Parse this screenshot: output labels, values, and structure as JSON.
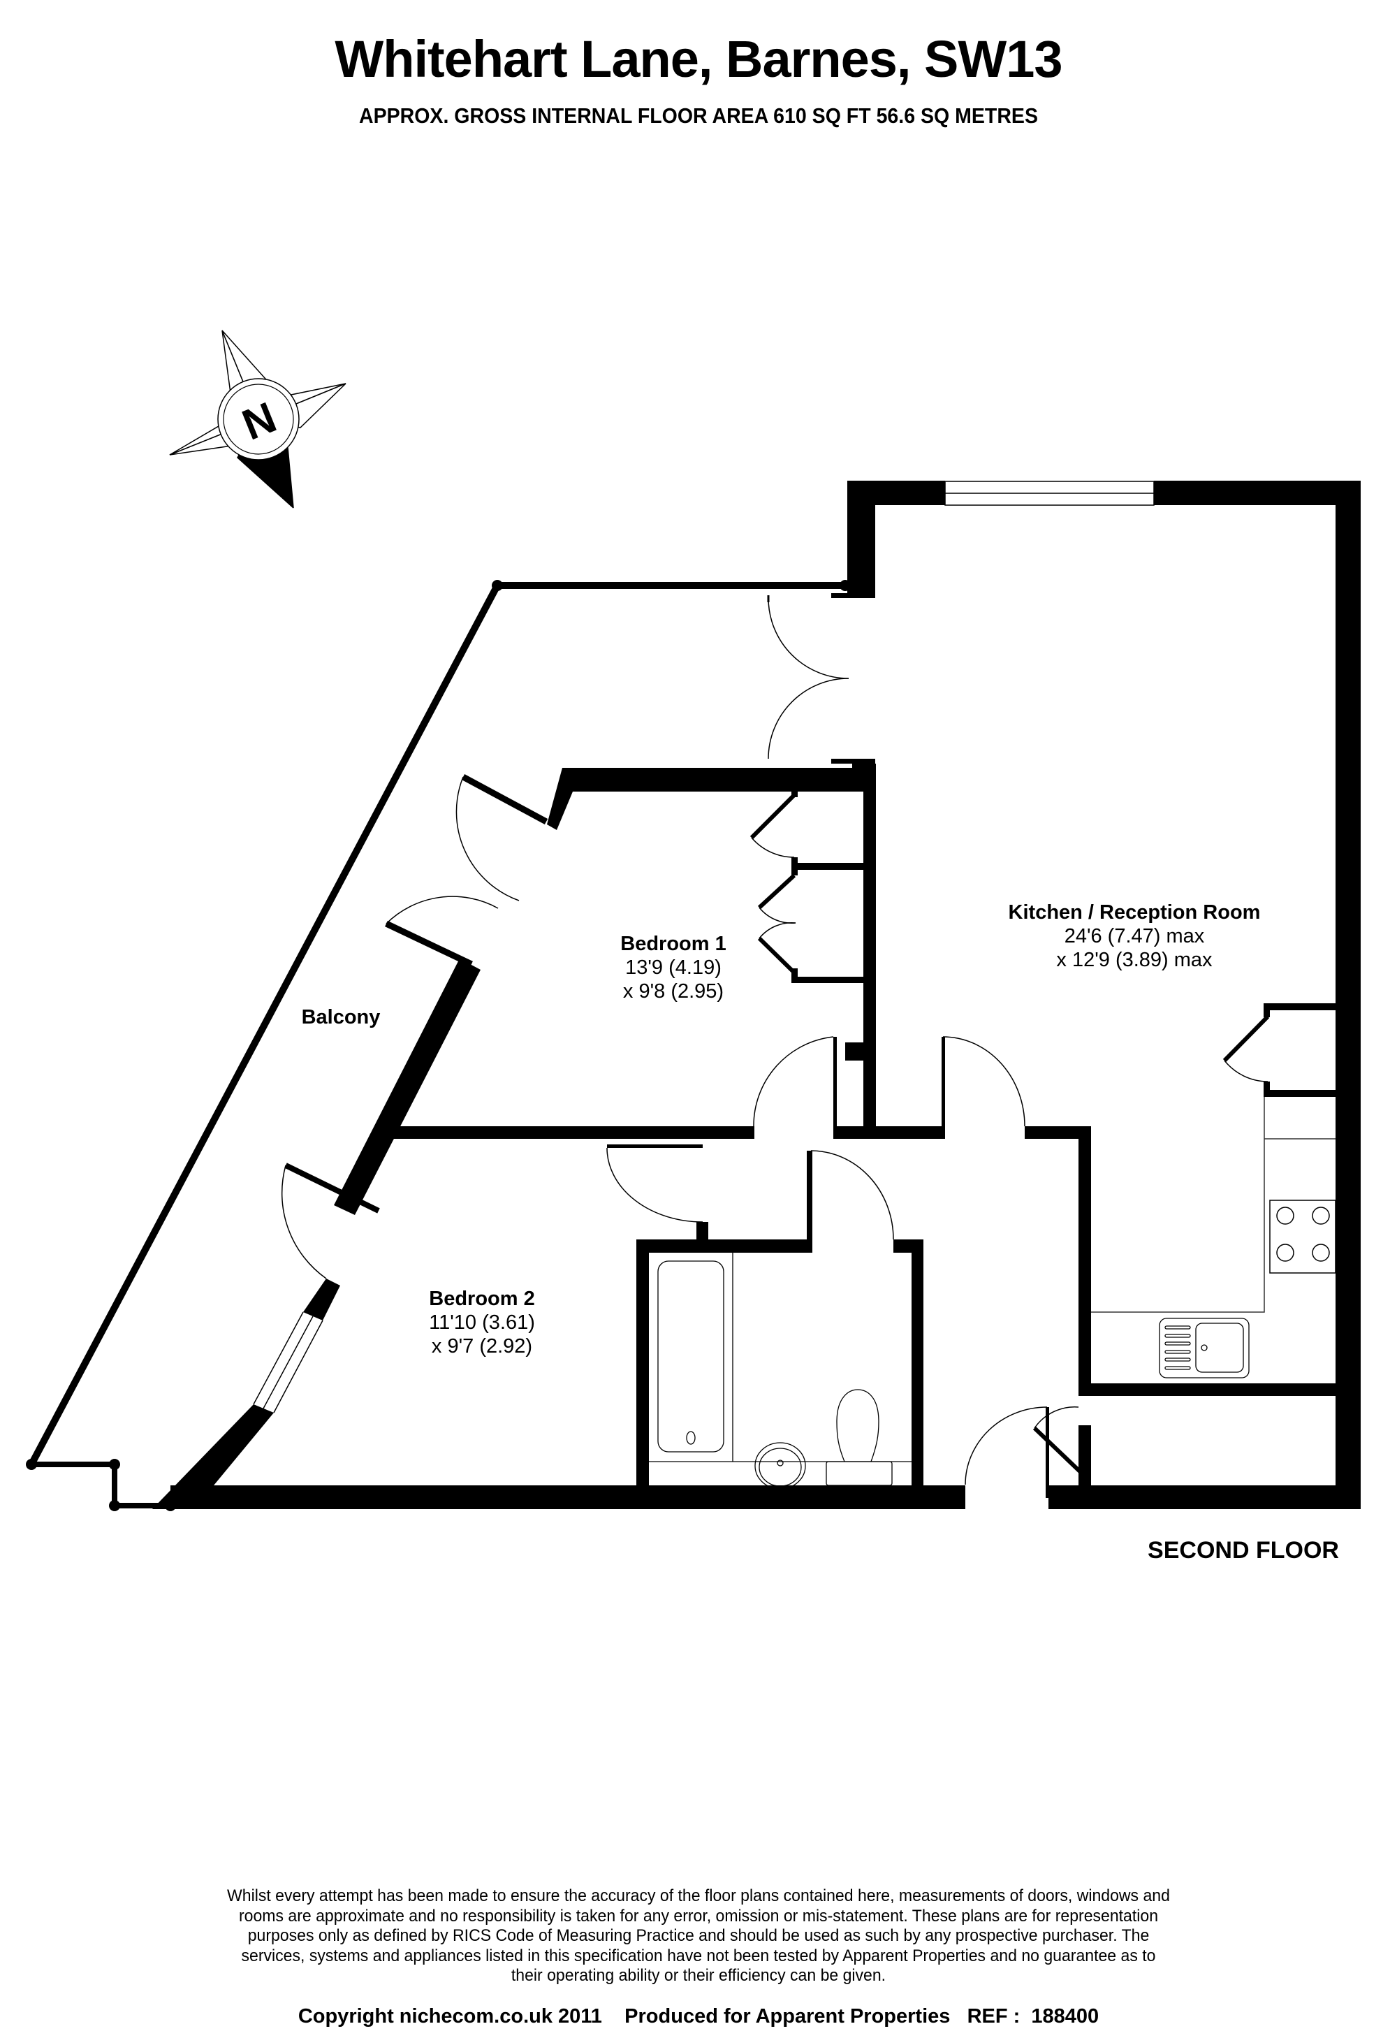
{
  "header": {
    "title": "Whitehart Lane, Barnes, SW13",
    "subtitle": "APPROX. GROSS INTERNAL FLOOR AREA 610 SQ FT 56.6 SQ METRES"
  },
  "compass": {
    "icon": "north-arrow-icon",
    "letter": "N"
  },
  "rooms": [
    {
      "name": "Kitchen / Reception Room",
      "dim1": "24'6 (7.47) max",
      "dim2": "x 12'9 (3.89) max"
    },
    {
      "name": "Bedroom 1",
      "dim1": "13'9 (4.19)",
      "dim2": "x 9'8 (2.95)"
    },
    {
      "name": "Bedroom 2",
      "dim1": "11'10 (3.61)",
      "dim2": "x 9'7 (2.92)"
    },
    {
      "name": "Balcony"
    }
  ],
  "floor_label": "SECOND FLOOR",
  "footer": {
    "disclaimer_lines": [
      "Whilst every attempt has been made to ensure the accuracy of the floor plans contained here, measurements of doors, windows and",
      "rooms are approximate and no responsibility is taken for any error, omission or mis-statement.  These plans are for representation",
      "purposes only as defined by RICS Code of Measuring Practice and should be used as such by any prospective purchaser.  The",
      "services, systems and appliances listed in this specification have not been tested by Apparent Properties and no guarantee as to",
      "their operating ability or their efficiency can be given."
    ],
    "copyright": "Copyright nichecom.co.uk 2011    Produced for Apparent Properties   REF :  188400"
  },
  "colors": {
    "wall": "#000000",
    "background": "#ffffff",
    "fixture_line": "#333333"
  }
}
